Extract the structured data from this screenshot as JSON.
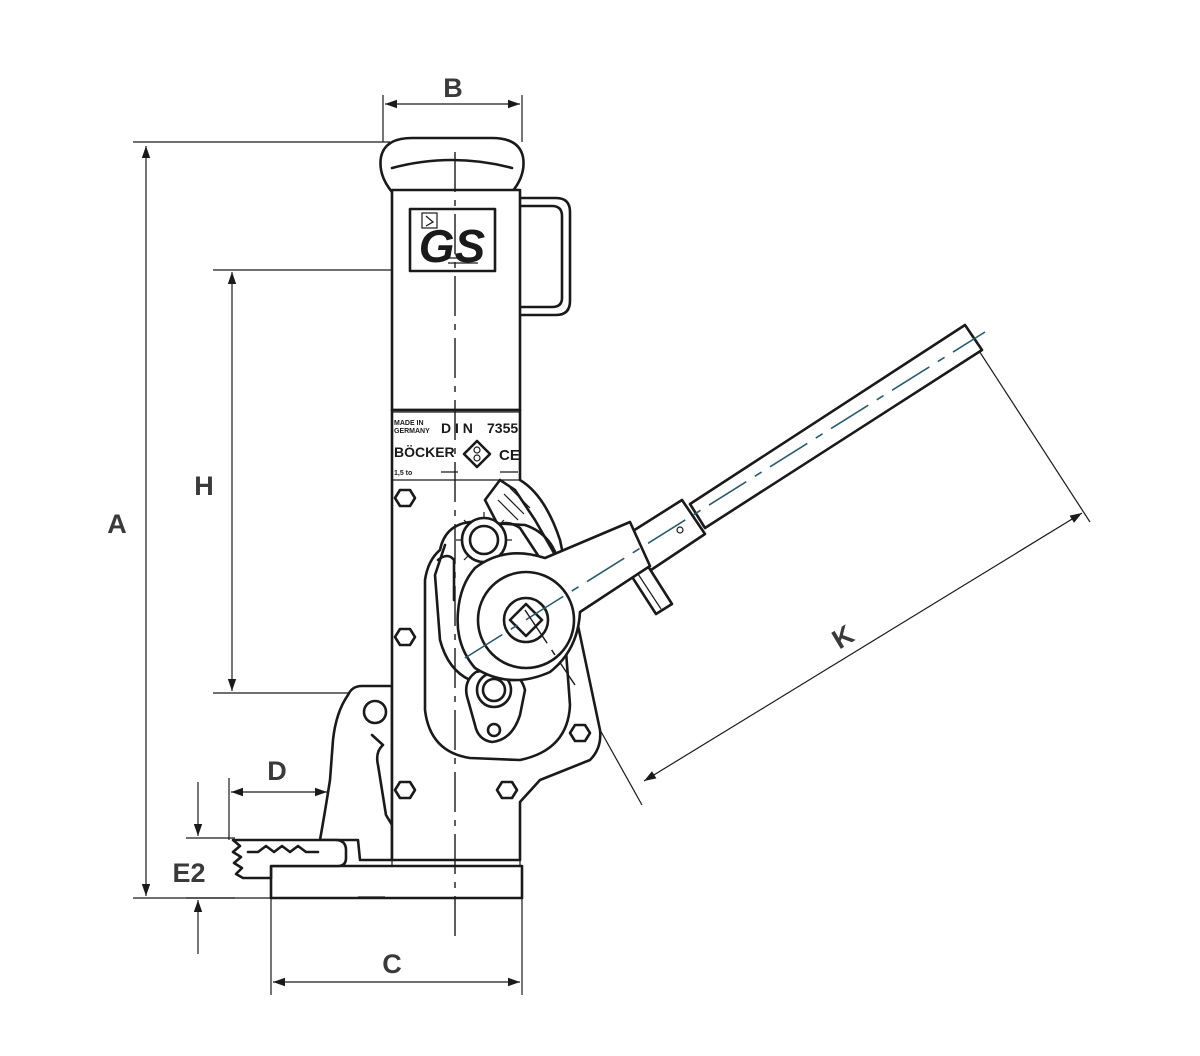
{
  "dimensions": {
    "A": "A",
    "B": "B",
    "C": "C",
    "D": "D",
    "E2": "E2",
    "H": "H",
    "K": "K"
  },
  "nameplate": {
    "made_in": "MADE IN",
    "germany": "GERMANY",
    "din": "D I N",
    "din_number": "7355",
    "brand": "BÖCKER",
    "ce": "CE",
    "capacity": "1,5 to"
  },
  "gs_mark": {
    "letters": "GS"
  },
  "colors": {
    "line": "#1a1a1a",
    "label": "#3a3a3a",
    "centerline_teal": "#2c5a6a",
    "background": "#ffffff"
  }
}
